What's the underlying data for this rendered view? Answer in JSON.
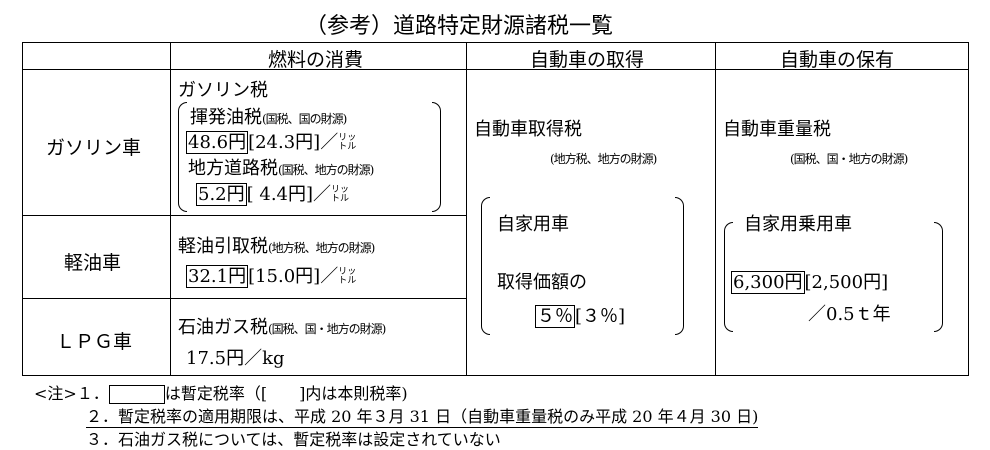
{
  "title": "（参考）道路特定財源諸税一覧",
  "headers": {
    "fuel": "燃料の消費",
    "acquisition": "自動車の取得",
    "ownership": "自動車の保有"
  },
  "rows": {
    "gasoline": {
      "label": "ガソリン車",
      "tax_name": "ガソリン税",
      "sub1_name": "揮発油税",
      "sub1_note": "(国税、国の財源)",
      "sub1_provisional": "48.6円",
      "sub1_base": "[24.3円]",
      "sub2_name": "地方道路税",
      "sub2_note": "(国税、地方の財源)",
      "sub2_provisional": "5.2円",
      "sub2_base": "[ 4.4円]",
      "unit_slash": "／",
      "unit_top": "リッ",
      "unit_bottom": "トル"
    },
    "diesel": {
      "label": "軽油車",
      "tax_name": "軽油引取税",
      "tax_note": "(地方税、地方の財源)",
      "provisional": "32.1円",
      "base": "[15.0円]",
      "unit_slash": "／",
      "unit_top": "リッ",
      "unit_bottom": "トル"
    },
    "lpg": {
      "label": "ＬＰＧ車",
      "tax_name": "石油ガス税",
      "tax_note": "(国税、国・地方の財源)",
      "rate": "17.5円／kg"
    }
  },
  "acquisition": {
    "tax_name": "自動車取得税",
    "tax_note": "(地方税、地方の財源)",
    "target": "自家用車",
    "rate_label": "取得価額の",
    "provisional": "５％",
    "base": "[３％]"
  },
  "ownership": {
    "tax_name": "自動車重量税",
    "tax_note": "(国税、国・地方の財源)",
    "target": "自家用乗用車",
    "provisional": "6,300円",
    "base": "[2,500円]",
    "unit": "／0.5ｔ年"
  },
  "notes": {
    "n1_prefix": "<注>１．",
    "n1_text": "は暫定税率（[　　]内は本則税率)",
    "n2": "２．暫定税率の適用期限は、平成 20 年３月 31 日（自動車重量税のみ平成 20 年４月 30 日)",
    "n3": "３．石油ガス税については、暫定税率は設定されていない"
  }
}
